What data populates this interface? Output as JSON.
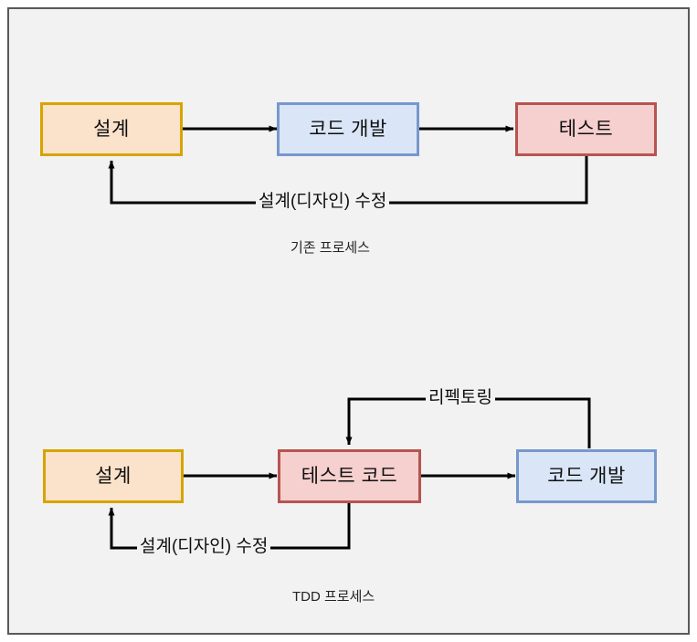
{
  "canvas": {
    "background": "#f2f2f2",
    "frame_color": "#595959",
    "outer_background": "#ffffff"
  },
  "palette": {
    "design_fill": "#fbe2ca",
    "design_border": "#d6a400",
    "code_fill": "#dae6f7",
    "code_border": "#7798cd",
    "test_fill": "#f6cfcf",
    "test_border": "#b75450",
    "line": "#000000",
    "text": "#0f0f0f"
  },
  "diagrams": [
    {
      "id": "legacy-process",
      "caption": "기존 프로세스",
      "nodes": [
        {
          "id": "design",
          "label": "설계",
          "kind": "design"
        },
        {
          "id": "code",
          "label": "코드 개발",
          "kind": "code"
        },
        {
          "id": "test",
          "label": "테스트",
          "kind": "test"
        }
      ],
      "edges": [
        {
          "id": "design-to-code",
          "from": "design",
          "to": "code",
          "label": ""
        },
        {
          "id": "code-to-test",
          "from": "code",
          "to": "test",
          "label": ""
        },
        {
          "id": "test-to-design",
          "from": "test",
          "to": "design",
          "label": "설계(디자인) 수정"
        }
      ]
    },
    {
      "id": "tdd-process",
      "caption": "TDD 프로세스",
      "nodes": [
        {
          "id": "design",
          "label": "설계",
          "kind": "design"
        },
        {
          "id": "testcode",
          "label": "테스트 코드",
          "kind": "test"
        },
        {
          "id": "code",
          "label": "코드 개발",
          "kind": "code"
        }
      ],
      "edges": [
        {
          "id": "design-to-testcode",
          "from": "design",
          "to": "testcode",
          "label": ""
        },
        {
          "id": "testcode-to-code",
          "from": "testcode",
          "to": "code",
          "label": ""
        },
        {
          "id": "code-to-testcode",
          "from": "code",
          "to": "testcode",
          "label": "리펙토링"
        },
        {
          "id": "testcode-to-design",
          "from": "testcode",
          "to": "design",
          "label": "설계(디자인) 수정"
        }
      ]
    }
  ]
}
